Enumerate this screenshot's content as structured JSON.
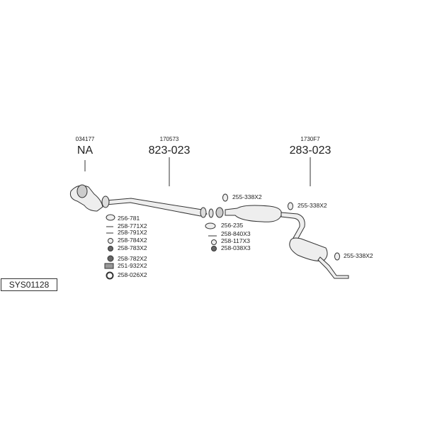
{
  "system_id": "SYS01128",
  "assemblies": [
    {
      "ref": "034177",
      "part": "NA"
    },
    {
      "ref": "170573",
      "part": "823-023"
    },
    {
      "ref": "1730F7",
      "part": "283-023"
    }
  ],
  "left_parts": [
    "256-781",
    "258-771X2",
    "258-791X2",
    "258-784X2",
    "258-783X2",
    "258-782X2",
    "251-932X2",
    "258-026X2"
  ],
  "middle_parts": [
    "256-235",
    "258-840X3",
    "258-117X3",
    "258-038X3"
  ],
  "hanger_parts": [
    "255-338X2",
    "255-338X2",
    "255-338X2"
  ]
}
